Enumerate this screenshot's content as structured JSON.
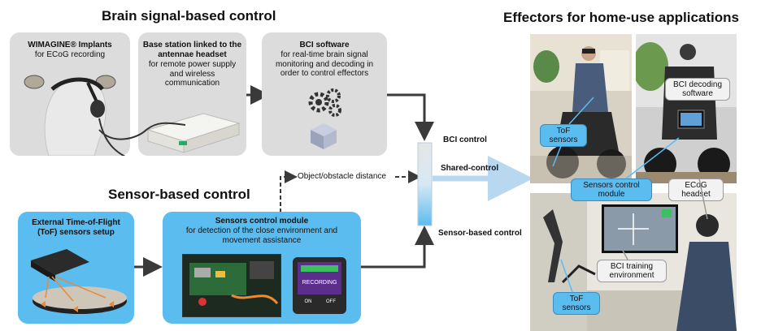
{
  "sections": {
    "brain_title": "Brain signal-based control",
    "sensor_title": "Sensor-based control",
    "effectors_title": "Effectors for home-use applications"
  },
  "brain_boxes": {
    "implants": {
      "title": "WIMAGINE® Implants",
      "desc": "for ECoG recording"
    },
    "base_station": {
      "title": "Base station linked to the antennae headset",
      "desc": "for remote power supply and wireless communication"
    },
    "software": {
      "title": "BCI software",
      "desc": "for real-time brain signal monitoring and decoding in order to control effectors"
    }
  },
  "sensor_boxes": {
    "tof": {
      "title": "External Time-of-Flight (ToF) sensors setup"
    },
    "module": {
      "title": "Sensors control module",
      "desc": "for detection of the close environment and movement assistance"
    },
    "screen": {
      "line1": "RECORDING",
      "btn1": "ON",
      "btn2": "OFF"
    }
  },
  "flow_labels": {
    "bci_control": "BCI control",
    "shared_control": "Shared-control",
    "sensor_based_control": "Sensor-based control",
    "obstacle_distance": "Object/obstacle distance"
  },
  "callouts": {
    "tof_top": "ToF sensors",
    "bci_decoding": "BCI decoding software",
    "sensors_control_module": "Sensors control module",
    "ecog_headset": "ECoG headset",
    "bci_training": "BCI training environment",
    "tof_bottom": "ToF sensors"
  },
  "colors": {
    "gray_box": "#d4d4d4",
    "blue_box": "#5bbcf0",
    "arrow": "#3a3a3a",
    "shared_arrow": "#b8d8f0"
  }
}
